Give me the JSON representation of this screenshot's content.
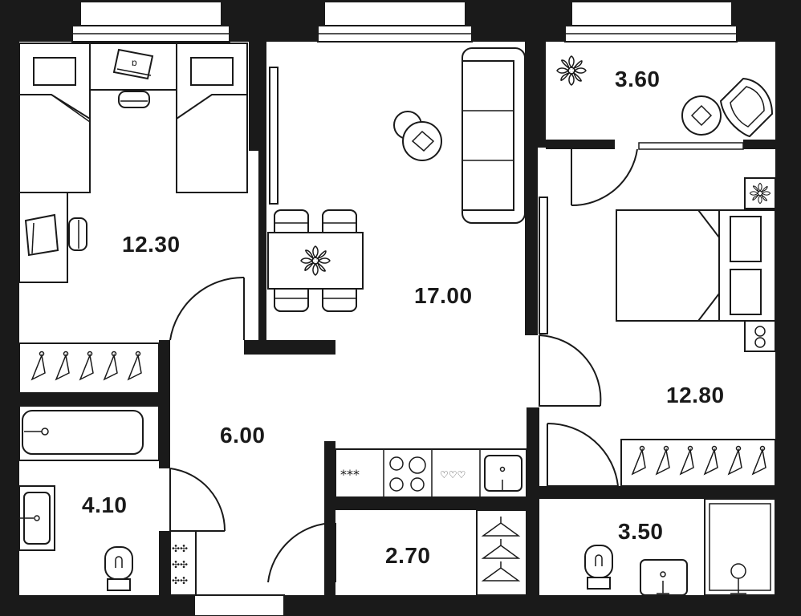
{
  "plan": {
    "rooms": [
      {
        "id": "bedroom-1",
        "area": "12.30"
      },
      {
        "id": "living-room",
        "area": "17.00"
      },
      {
        "id": "balcony",
        "area": "3.60"
      },
      {
        "id": "bedroom-2",
        "area": "12.80"
      },
      {
        "id": "hallway",
        "area": "6.00"
      },
      {
        "id": "bathroom",
        "area": "4.10"
      },
      {
        "id": "storage",
        "area": "2.70"
      },
      {
        "id": "wc",
        "area": "3.50"
      }
    ],
    "colors": {
      "wall": "#1a1a1a",
      "floor": "#ffffff",
      "line": "#1a1a1a"
    },
    "icons": [
      "bed-icon",
      "pillow-icon",
      "desk-icon",
      "chair-icon",
      "laptop-icon",
      "sofa-icon",
      "dining-table-icon",
      "flower-icon",
      "armchair-icon",
      "side-table-icon",
      "wardrobe-icon",
      "hanger-icon",
      "bathtub-icon",
      "sink-icon",
      "toilet-icon",
      "stove-icon",
      "washing-machine-icon",
      "shower-icon",
      "window-icon",
      "door-swing-icon"
    ]
  }
}
